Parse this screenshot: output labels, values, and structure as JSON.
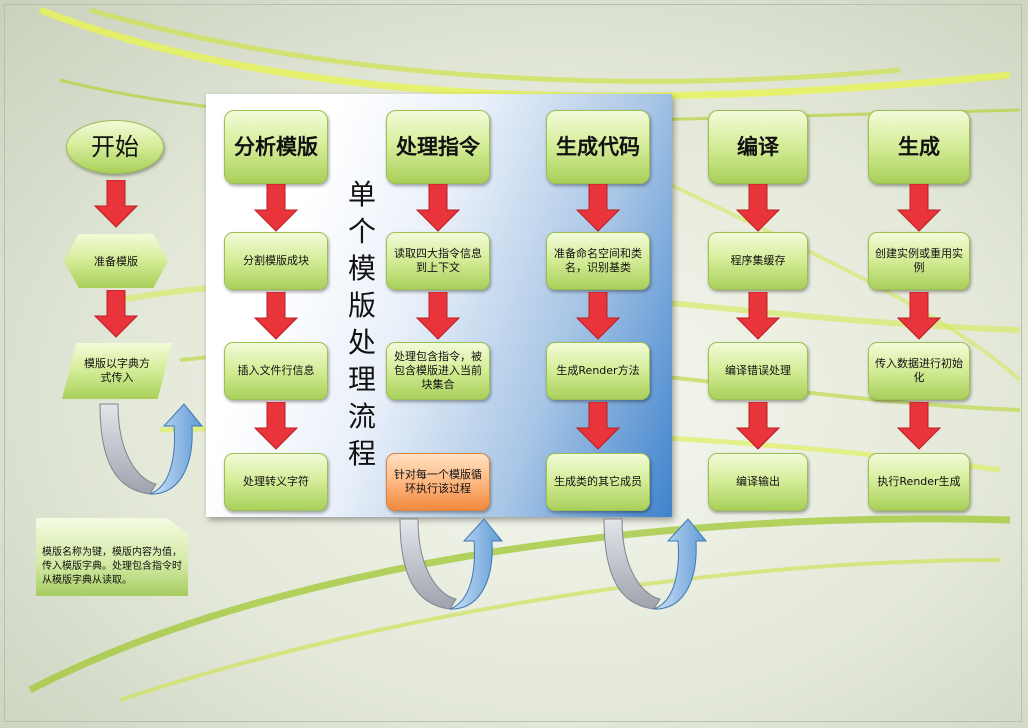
{
  "panel_title": "单个模版处理流程",
  "start_label": "开始",
  "columns": [
    {
      "head": "分析模版",
      "steps": [
        "分割模版成块",
        "插入文件行信息",
        "处理转义字符"
      ]
    },
    {
      "head": "处理指令",
      "steps": [
        "读取四大指令信息到上下文",
        "处理包含指令，被包含模版进入当前块集合",
        "针对每一个模版循环执行该过程"
      ]
    },
    {
      "head": "生成代码",
      "steps": [
        "准备命名空间和类名，识别基类",
        "生成Render方法",
        "生成类的其它成员"
      ]
    },
    {
      "head": "编译",
      "steps": [
        "程序集缓存",
        "编译错误处理",
        "编译输出"
      ]
    },
    {
      "head": "生成",
      "steps": [
        "创建实例或重用实例",
        "传入数据进行初始化",
        "执行Render生成"
      ]
    }
  ],
  "start_steps": [
    "准备模版",
    "模版以字典方式传入"
  ],
  "note": "模版名称为键，模版内容为值，传入模版字典。处理包含指令时从模版字典从读取。",
  "colors": {
    "node_green": "#a9d05a",
    "arrow_red": "#e8343a",
    "loop_blue": "#6aa3d8",
    "loop_gray": "#b8bcc4",
    "panel_blue": "#3f83cc",
    "orange": "#f08a3f"
  }
}
